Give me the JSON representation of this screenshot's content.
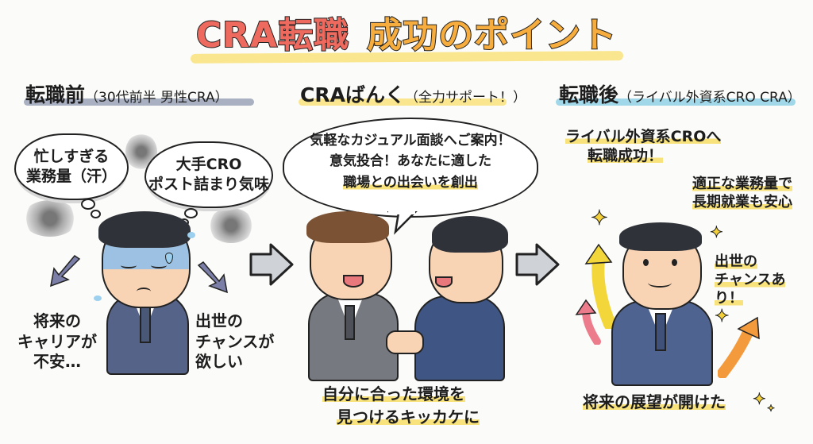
{
  "title": {
    "part1": "CRA転職",
    "part2": "成功のポイント",
    "part1_color": "#ee6a5e",
    "part2_color": "#f6ad3e",
    "underline_color": "#f8e27c"
  },
  "panels": [
    {
      "id": "before",
      "header": "転職前",
      "subheader": "（30代前半 男性CRA）",
      "underline_color": "#9aa2b8",
      "thoughts": [
        {
          "lines": [
            "忙しすぎる",
            "業務量（汗）"
          ]
        },
        {
          "lines": [
            "大手CRO",
            "ポスト詰まり気味"
          ]
        }
      ],
      "concerns": [
        {
          "lines": [
            "将来の",
            "キャリアが",
            "不安…"
          ]
        },
        {
          "lines": [
            "出世の",
            "チャンスが",
            "欲しい"
          ]
        }
      ],
      "arrow_color": "#7b7fa8"
    },
    {
      "id": "support",
      "header": "CRAばんく",
      "subheader": "（全力サポート！）",
      "underline_color": "#f8e27c",
      "speech": {
        "lines": [
          "気軽なカジュアル面談へご案内！",
          "意気投合！あなたに適した",
          "職場との出会いを創出"
        ]
      },
      "caption": {
        "lines": [
          "自分に合った環境を",
          "見つけるキッカケに"
        ]
      }
    },
    {
      "id": "after",
      "header": "転職後",
      "subheader": "（ライバル外資系CRO CRA）",
      "underline_color": "#8fd0e6",
      "highlights": [
        {
          "lines": [
            "ライバル外資系CROへ",
            "転職成功！"
          ]
        },
        {
          "lines": [
            "適正な業務量で",
            "長期就業も安心"
          ]
        },
        {
          "lines": [
            "出世の",
            "チャンスあり！"
          ]
        }
      ],
      "caption": {
        "lines": [
          "将来の展望が開けた"
        ]
      },
      "growth_arrow_colors": [
        "#f3d63a",
        "#ec7c8c",
        "#f39a3c"
      ]
    }
  ],
  "flow_arrows": [
    {
      "from": "before",
      "to": "support",
      "color": "#cfd3d8"
    },
    {
      "from": "support",
      "to": "after",
      "color": "#cfd3d8"
    }
  ],
  "icons": {
    "flow": "right-arrow-icon",
    "sparkle": "sparkle-icon",
    "worry": "scribble-icon",
    "sweat": "sweat-drop-icon"
  }
}
